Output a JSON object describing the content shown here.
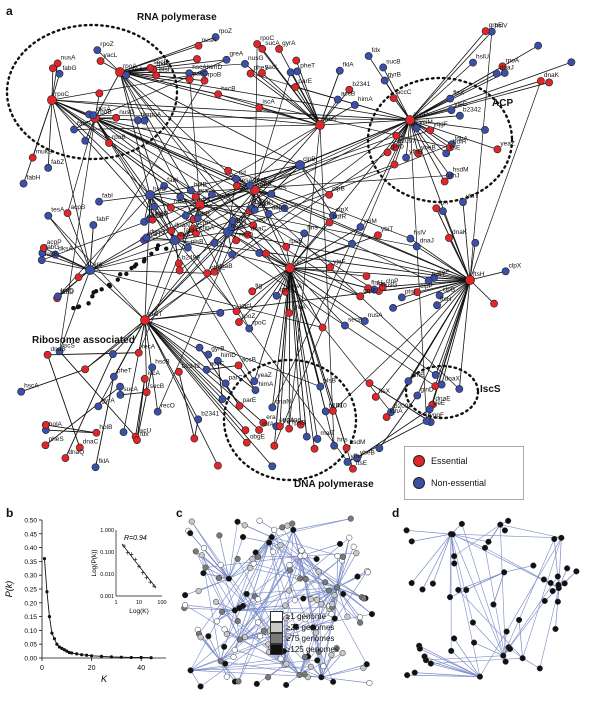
{
  "panels": {
    "a": {
      "letter": "a"
    },
    "b": {
      "letter": "b"
    },
    "c": {
      "letter": "c"
    },
    "d": {
      "letter": "d"
    }
  },
  "clusters": {
    "rna_polymerase": "RNA polymerase",
    "acp": "ACP",
    "ribosome_associated": "Ribosome associated",
    "dna_polymerase": "DNA polymerase",
    "iscs": "IscS"
  },
  "legend": {
    "essential": "Essential",
    "non_essential": "Non-essential",
    "essential_color": "#e0262a",
    "non_essential_color": "#3a4fa8"
  },
  "genome_legend": {
    "items": [
      {
        "label": "≥1 genome",
        "color": "#ffffff"
      },
      {
        "label": "≥25 genomes",
        "color": "#c8c8c8"
      },
      {
        "label": "≥75 genomes",
        "color": "#7a7a7a"
      },
      {
        "label": "≥125 genomes",
        "color": "#111111"
      }
    ]
  },
  "gene_labels": {
    "rpoA": "rpoA",
    "rpoZ": "rpoZ",
    "yacL": "yacL",
    "nusG": "nusG",
    "rpoB": "rpoB",
    "rpoC": "rpoC",
    "nusA": "nusA",
    "greA": "greA",
    "ptsI": "ptsI",
    "secB": "secB",
    "tig": "tig",
    "dksA": "dksA",
    "fabD": "fabD",
    "fabG": "fabG",
    "fabF": "fabF",
    "acpS": "acpS",
    "acpP": "acpP",
    "fabB": "fabB",
    "fabH": "fabH",
    "fabZ": "fabZ",
    "lpxD": "lpxD",
    "fabI": "fabI",
    "mukB": "mukB",
    "tesA": "tesA",
    "plsB": "plsB",
    "rbfA": "rbfA",
    "rpsB": "rpsB",
    "tsf": "tsf",
    "era": "era",
    "engA": "engA",
    "obgE": "obgE",
    "malT": "malT",
    "b2496": "b2496",
    "hns": "hns",
    "b1410": "b1410",
    "dnaN": "dnaN",
    "dnaE": "dnaE",
    "dnaX": "dnaX",
    "holA": "holA",
    "holB": "holB",
    "dnaQ": "dnaQ",
    "recA": "recA",
    "dnaB": "dnaB",
    "dnaC": "dnaC",
    "recO": "recO",
    "iscS": "iscS",
    "iscU": "iscU",
    "iscA": "iscA",
    "fdx": "fdx",
    "hscB": "hscB",
    "hscA": "hscA",
    "sucB": "sucB",
    "sucA": "sucA",
    "pheS": "pheS",
    "pheT": "pheT",
    "fklA": "fklA",
    "gyrA": "gyrA",
    "gyrB": "gyrB",
    "parC": "parC",
    "parE": "parE",
    "himD": "himD",
    "himA": "himA",
    "accB": "accB",
    "accC": "accC",
    "b2341": "b2341",
    "b2342": "b2342",
    "yeaZ": "yeaZ",
    "yjeE": "yjeE",
    "ybeB": "ybeB",
    "yqgF": "yqgF",
    "yfhJ": "yfhJ",
    "yfhE": "yfhE",
    "glnD": "glnD",
    "hsdM": "hsdM",
    "ldhA": "ldhA",
    "b2097": "b2097",
    "ftsE": "ftsE",
    "ftsX": "ftsX",
    "yciM": "yciM",
    "hdfR": "hdfR",
    "yjeF": "yjeF",
    "ybiT": "ybiT",
    "clpX": "clpX",
    "clpP": "clpP",
    "clpB": "clpB",
    "lon": "lon",
    "ftsH": "ftsH",
    "hslU": "hslU",
    "hslV": "hslV",
    "dnaK": "dnaK",
    "dnaJ": "dnaJ",
    "grpE": "grpE"
  },
  "chart_data": {
    "type": "scatter",
    "xlabel": "K",
    "ylabel": "P(k)",
    "xlim": [
      0,
      50
    ],
    "ylim": [
      0,
      0.5
    ],
    "x_ticks": [
      0,
      20,
      40
    ],
    "y_ticks": [
      0,
      0.05,
      0.1,
      0.15,
      0.2,
      0.25,
      0.3,
      0.35,
      0.4,
      0.45,
      0.5
    ],
    "points": [
      {
        "x": 1,
        "y": 0.36
      },
      {
        "x": 2,
        "y": 0.24
      },
      {
        "x": 3,
        "y": 0.15
      },
      {
        "x": 4,
        "y": 0.09
      },
      {
        "x": 5,
        "y": 0.07
      },
      {
        "x": 6,
        "y": 0.05
      },
      {
        "x": 7,
        "y": 0.04
      },
      {
        "x": 8,
        "y": 0.035
      },
      {
        "x": 9,
        "y": 0.03
      },
      {
        "x": 10,
        "y": 0.025
      },
      {
        "x": 11,
        "y": 0.02
      },
      {
        "x": 12,
        "y": 0.018
      },
      {
        "x": 14,
        "y": 0.015
      },
      {
        "x": 16,
        "y": 0.012
      },
      {
        "x": 18,
        "y": 0.01
      },
      {
        "x": 20,
        "y": 0.008
      },
      {
        "x": 24,
        "y": 0.006
      },
      {
        "x": 28,
        "y": 0.004
      },
      {
        "x": 32,
        "y": 0.003
      },
      {
        "x": 36,
        "y": 0.002
      },
      {
        "x": 40,
        "y": 0.002
      },
      {
        "x": 44,
        "y": 0.001
      }
    ],
    "inset": {
      "xlabel": "Log(K)",
      "ylabel": "Log(P(k))",
      "annotation": "R=0.94",
      "x_ticks": [
        "1",
        "10",
        "100"
      ],
      "y_ticks": [
        "1.000",
        "0.100",
        "0.010",
        "0.001"
      ]
    }
  }
}
